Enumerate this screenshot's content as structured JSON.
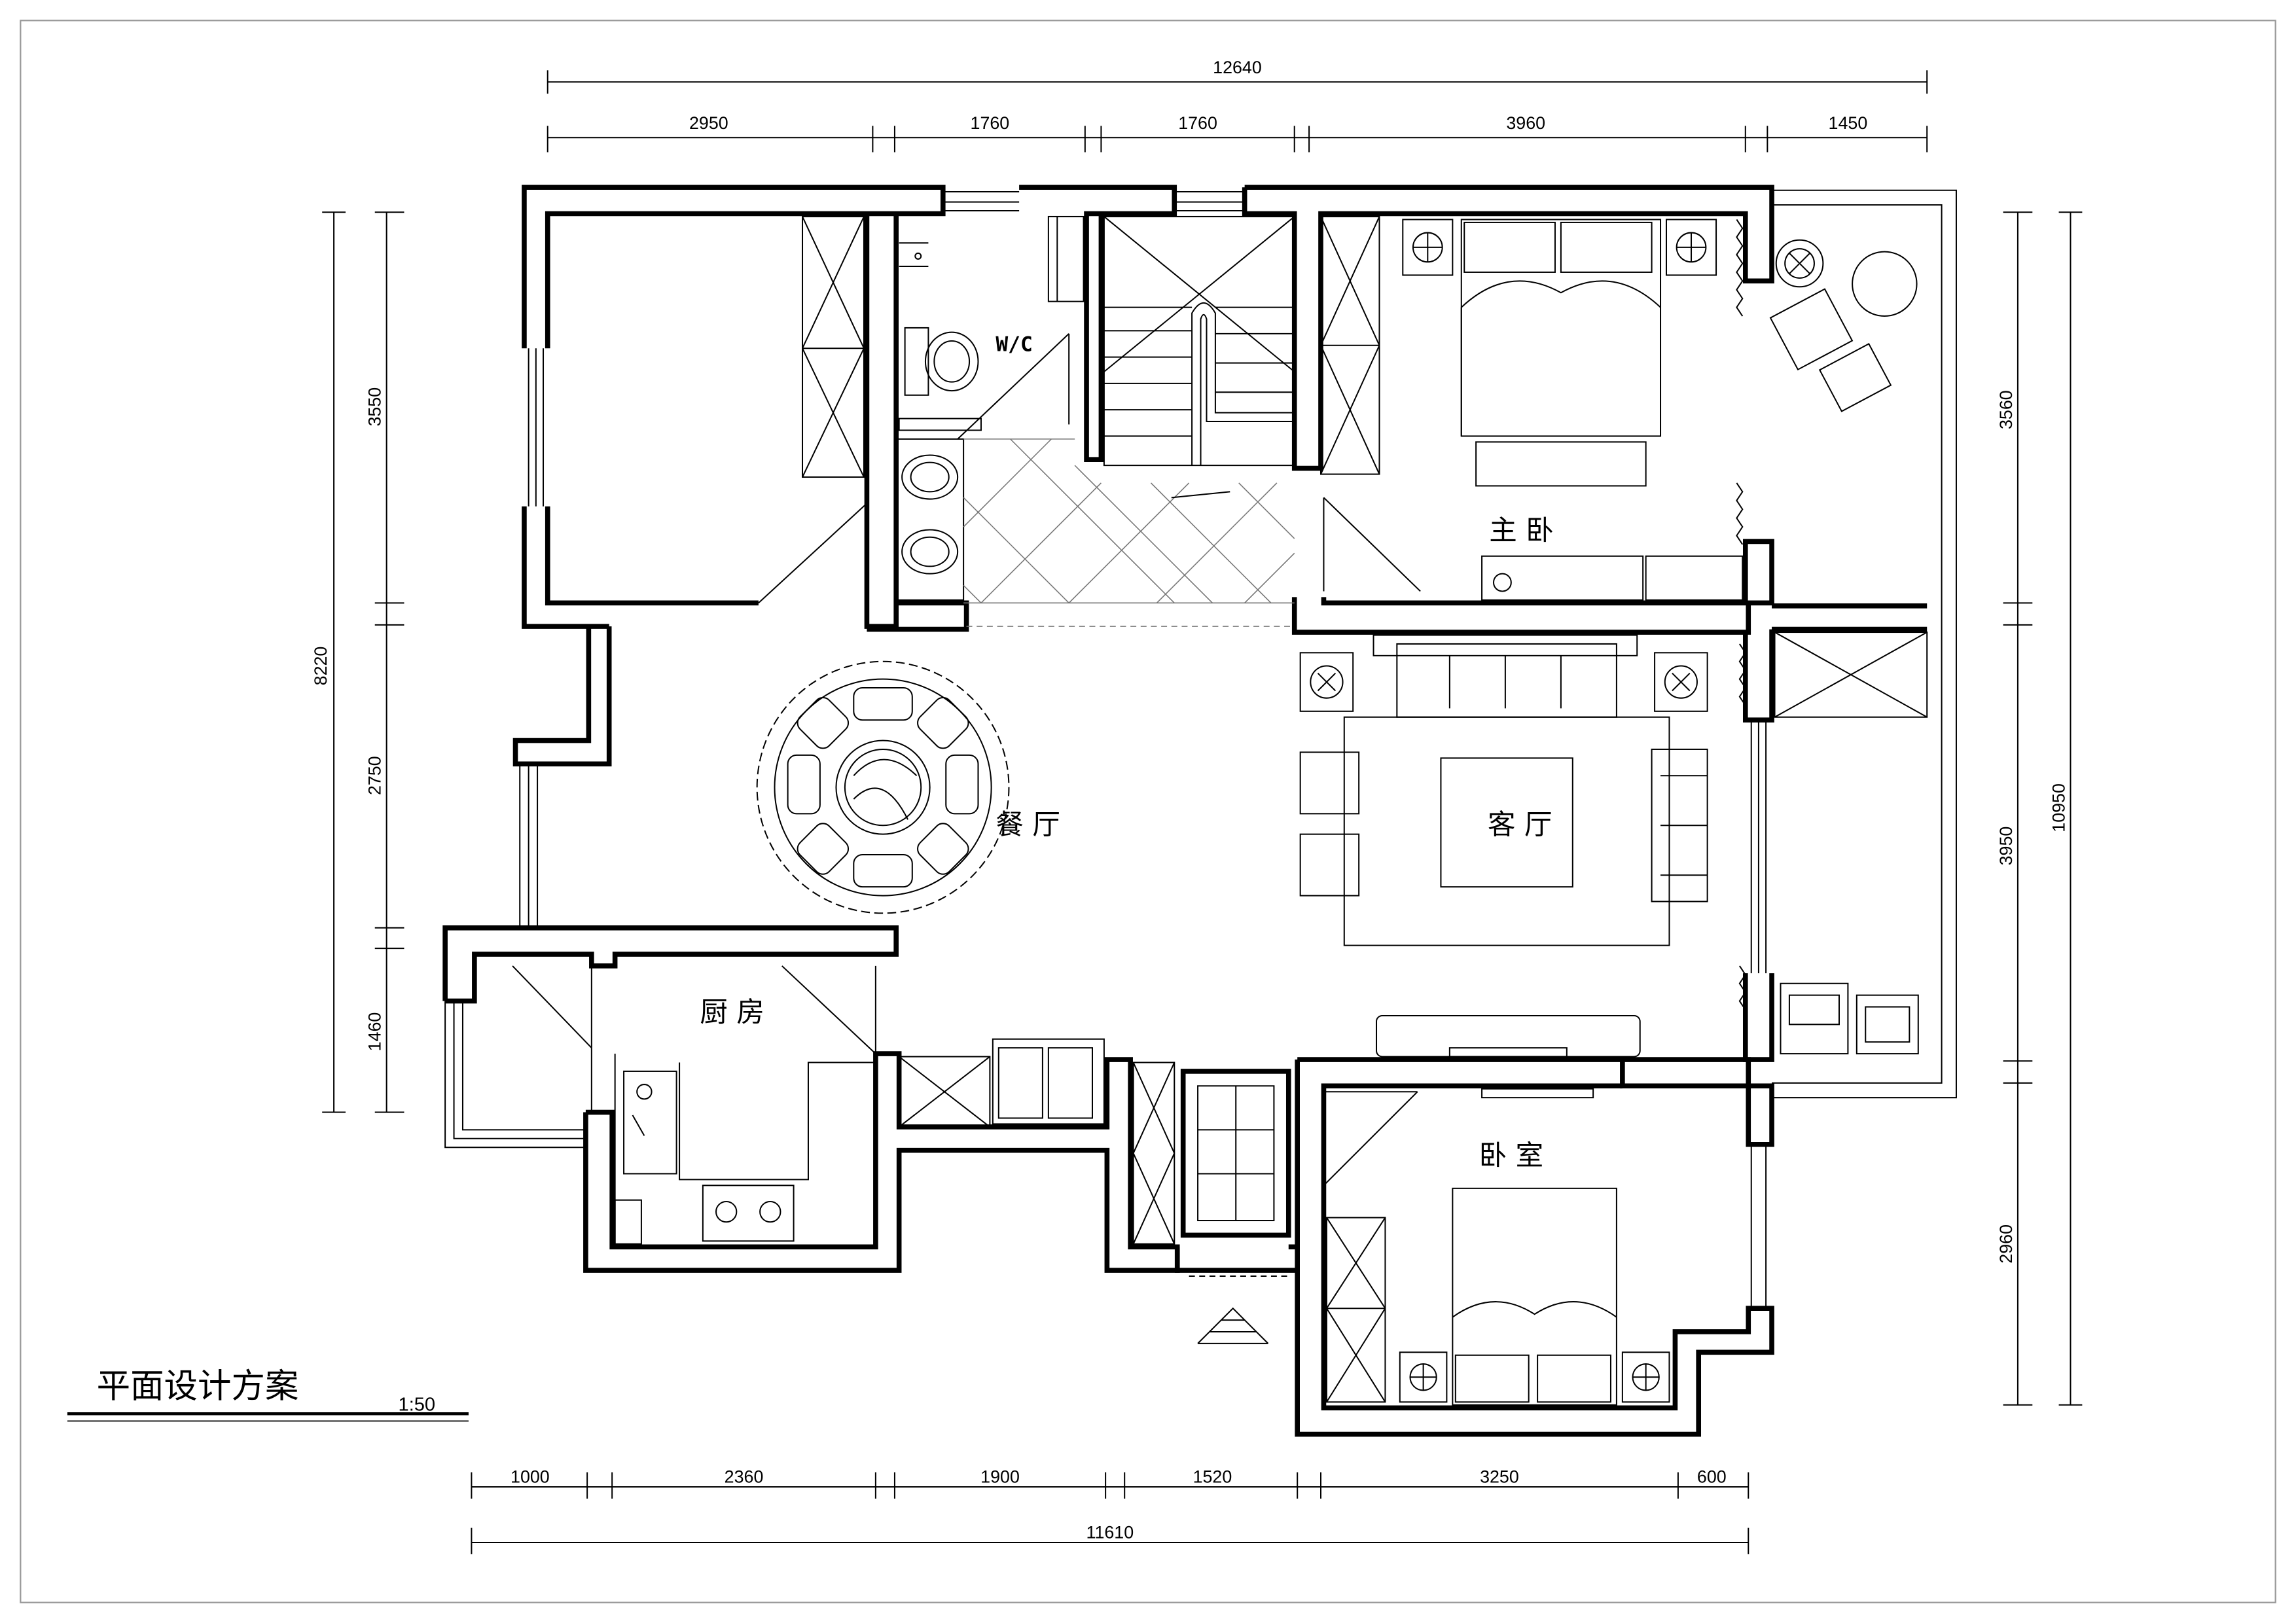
{
  "plan": {
    "title": "平面设计方案",
    "scale": "1:50",
    "rooms": {
      "master_bedroom": "主 卧",
      "dining": "餐 厅",
      "living": "客 厅",
      "kitchen": "厨 房",
      "bedroom": "卧 室",
      "wc": "W/C"
    }
  },
  "dimensions": {
    "top_total": "12640",
    "top": [
      "2950",
      "1760",
      "1760",
      "3960",
      "1450"
    ],
    "bottom": [
      "1000",
      "2360",
      "1900",
      "1520",
      "3250",
      "600"
    ],
    "bottom_total": "11610",
    "left": [
      "3550",
      "2750",
      "1460"
    ],
    "left_total": "8220",
    "right": [
      "3560",
      "3950",
      "2960"
    ],
    "right_total": "10950"
  }
}
